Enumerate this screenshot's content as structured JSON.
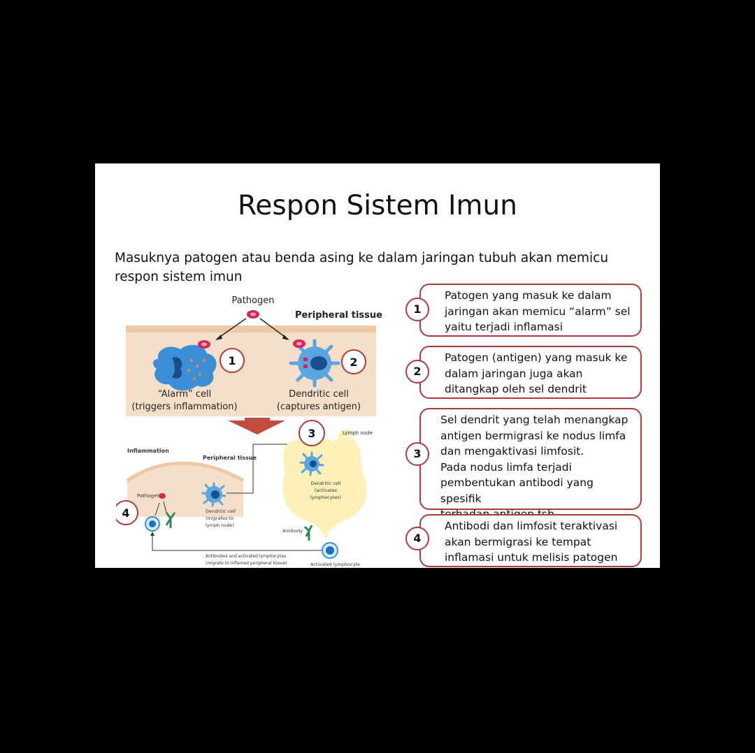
{
  "slide": {
    "title": "Respon Sistem Imun",
    "intro": "Masuknya patogen atau benda asing ke dalam jaringan tubuh akan memicu respon sistem imun"
  },
  "diagram": {
    "pathogen": "Pathogen",
    "peripheral_tissue": "Peripheral tissue",
    "alarm_cell": "“Alarm” cell",
    "alarm_cell_sub": "(triggers inflammation)",
    "dendritic_cell": "Dendritic cell",
    "dendritic_cell_sub": "(captures antigen)",
    "inflammation": "Inflammation",
    "peripheral_tissue_small": "Peripheral tissue",
    "lymph_node": "Lymph node",
    "pathogen_small": "Pathogen",
    "dc_migrates_1": "Dendritic cell",
    "dc_migrates_2": "(migrates to",
    "dc_migrates_3": "lymph node)",
    "dc_activates_1": "Dendritic cell",
    "dc_activates_2": "(activates",
    "dc_activates_3": "lymphocytes)",
    "antibody": "Antibody",
    "antibodies_1": "Antibodies and activated lymphocytes",
    "antibodies_2": "(migrate to inflamed peripheral tissue)",
    "activated_lymphocyte": "Activated lymphocyte",
    "badges": [
      "1",
      "2",
      "3",
      "4"
    ]
  },
  "steps": [
    {
      "number": "1",
      "lines": [
        "Patogen yang masuk ke dalam",
        "jaringan akan memicu “alarm” sel",
        "yaitu terjadi inflamasi"
      ]
    },
    {
      "number": "2",
      "lines": [
        "Patogen (antigen) yang masuk ke",
        "dalam jaringan juga akan",
        "ditangkap oleh sel dendrit"
      ]
    },
    {
      "number": "3",
      "lines": [
        "Sel dendrit yang telah menangkap",
        "antigen bermigrasi ke nodus limfa",
        "dan mengaktivasi limfosit.",
        "Pada nodus limfa terjadi",
        "pembentukan antibodi yang spesifik",
        "terhadap antigen tsb"
      ]
    },
    {
      "number": "4",
      "lines": [
        "Antibodi dan limfosit teraktivasi",
        "akan bermigrasi ke tempat",
        "inflamasi untuk melisis patogen"
      ]
    }
  ],
  "colors": {
    "accent": "#b23a3a",
    "tissue": "#f6dfc9",
    "cell_blue": "#3a8fd6",
    "pathogen": "#d6245a",
    "lymph": "#fdf0b8"
  }
}
